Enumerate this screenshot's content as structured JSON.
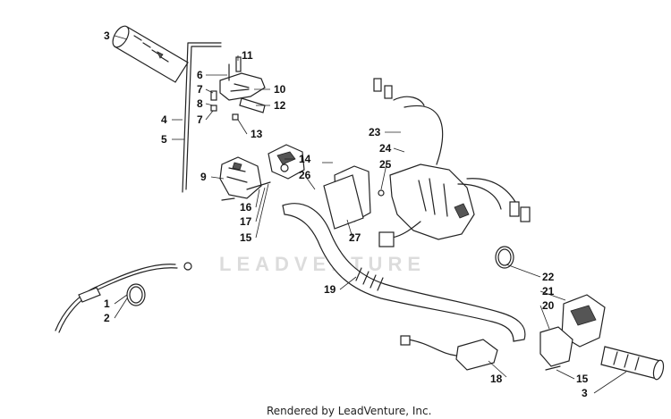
{
  "watermark": "LEADVENTURE",
  "footer": "Rendered by LeadVenture, Inc.",
  "callouts": {
    "c1": "1",
    "c2": "2",
    "c3a": "3",
    "c3b": "3",
    "c4": "4",
    "c5": "5",
    "c6": "6",
    "c7a": "7",
    "c7b": "7",
    "c8": "8",
    "c9": "9",
    "c10": "10",
    "c11": "11",
    "c12": "12",
    "c13": "13",
    "c14": "14",
    "c15a": "15",
    "c15b": "15",
    "c16": "16",
    "c17": "17",
    "c18": "18",
    "c19": "19",
    "c20": "20",
    "c21": "21",
    "c22": "22",
    "c23": "23",
    "c24": "24",
    "c25": "25",
    "c26": "26",
    "c27": "27"
  }
}
